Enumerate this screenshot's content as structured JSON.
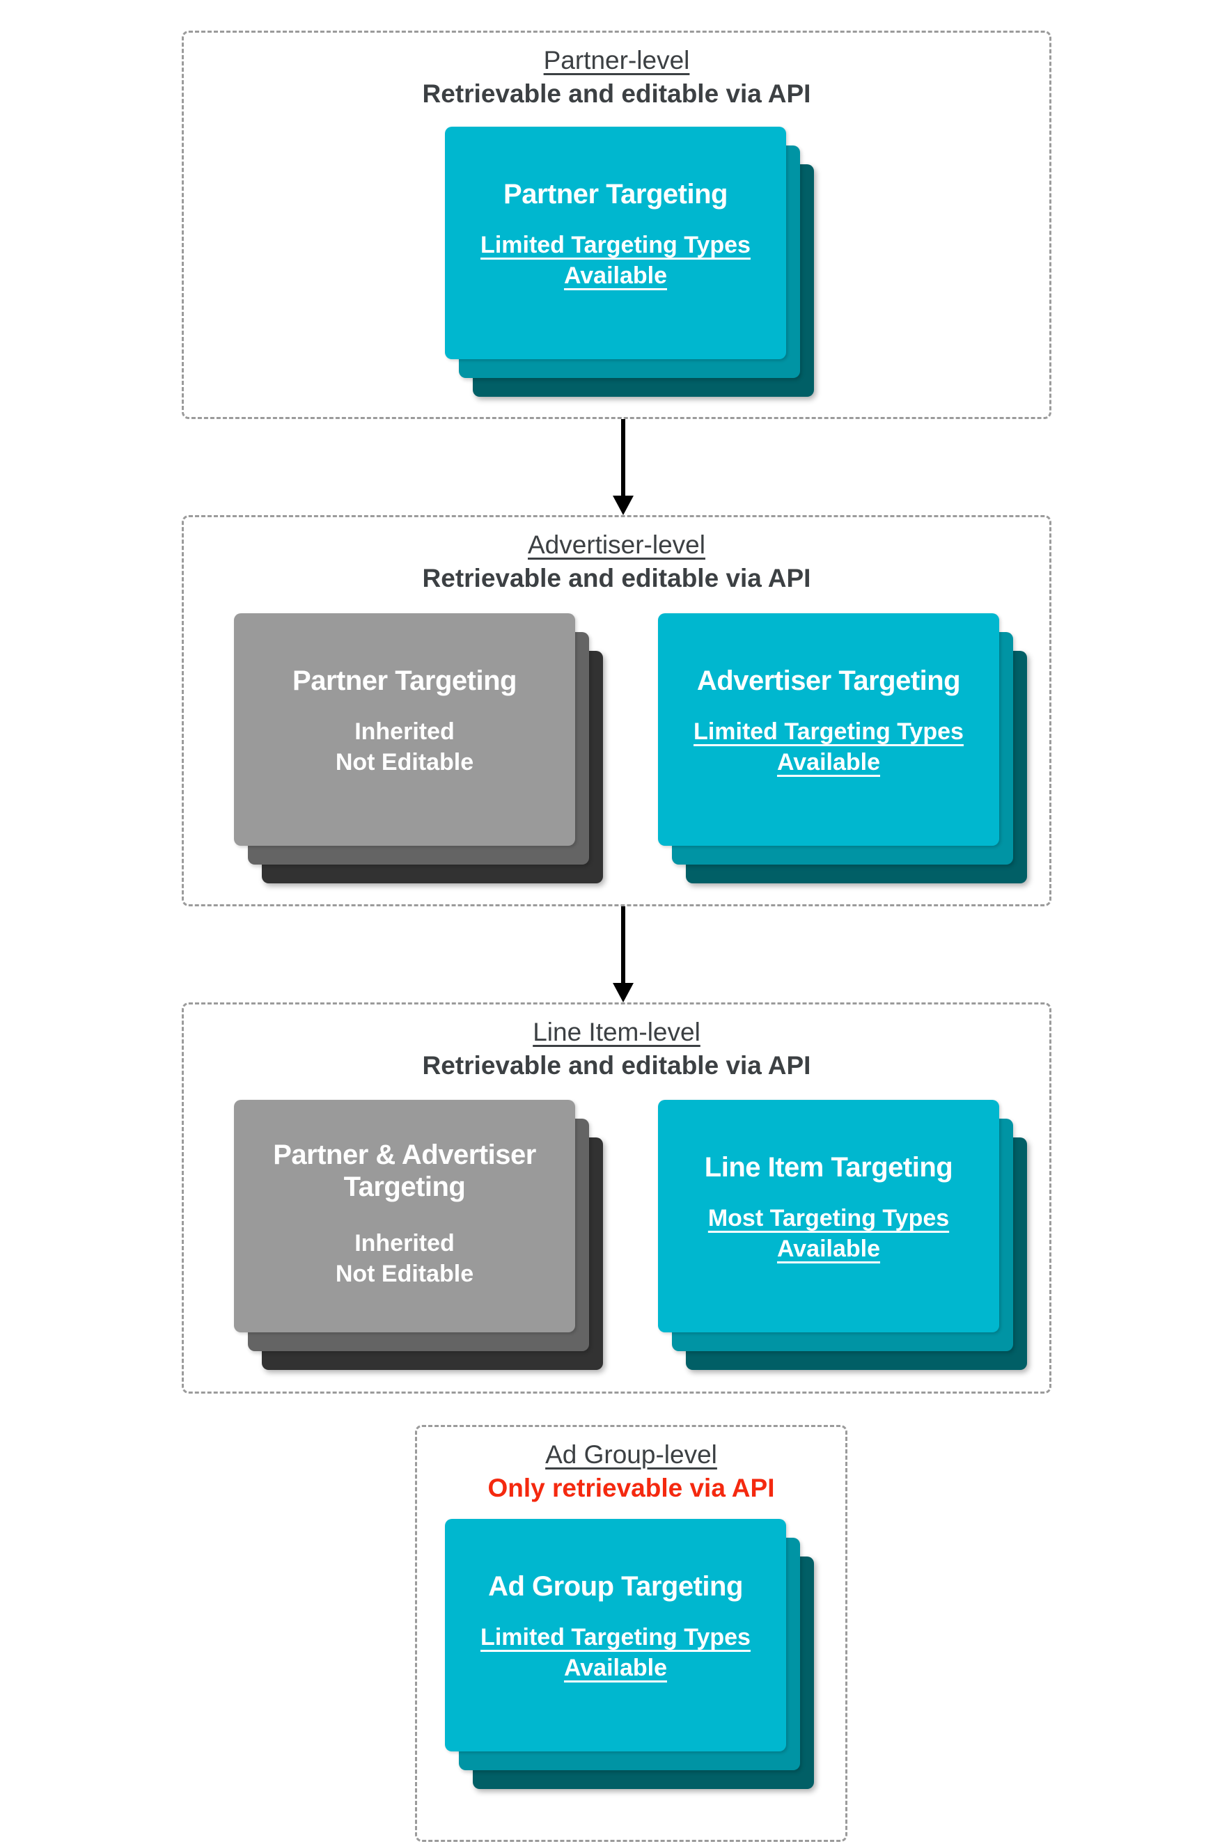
{
  "sections": [
    {
      "title": "Partner-level",
      "subtitle": "Retrievable and editable via API",
      "cards": [
        {
          "title": "Partner Targeting",
          "sub_line1": "Limited Targeting Types",
          "sub_line2": "Available"
        }
      ]
    },
    {
      "title": "Advertiser-level",
      "subtitle": "Retrievable and editable via API",
      "cards": [
        {
          "title": "Partner Targeting",
          "sub_line1": "Inherited",
          "sub_line2": "Not Editable"
        },
        {
          "title": "Advertiser Targeting",
          "sub_line1": "Limited Targeting Types",
          "sub_line2": "Available"
        }
      ]
    },
    {
      "title": "Line Item-level",
      "subtitle": "Retrievable and editable via API",
      "cards": [
        {
          "title": "Partner & Advertiser Targeting",
          "sub_line1": "Inherited",
          "sub_line2": "Not Editable"
        },
        {
          "title": "Line Item Targeting",
          "sub_line1": "Most Targeting Types",
          "sub_line2": "Available"
        }
      ]
    },
    {
      "title": "Ad Group-level",
      "subtitle": "Only retrievable via API",
      "cards": [
        {
          "title": "Ad Group Targeting",
          "sub_line1": "Limited Targeting Types",
          "sub_line2": "Available"
        }
      ]
    }
  ],
  "colors": {
    "teal": "#00b7cf",
    "teal_mid": "#0094a4",
    "teal_dark": "#015f66",
    "gray": "#9a9a9a",
    "gray_mid": "#646464",
    "gray_dark": "#323232",
    "heading_text": "#3c4043",
    "alert_red": "#f4290f",
    "card_text": "#ffffff",
    "dashed_border": "#9b9b9b",
    "arrow": "#000000"
  }
}
